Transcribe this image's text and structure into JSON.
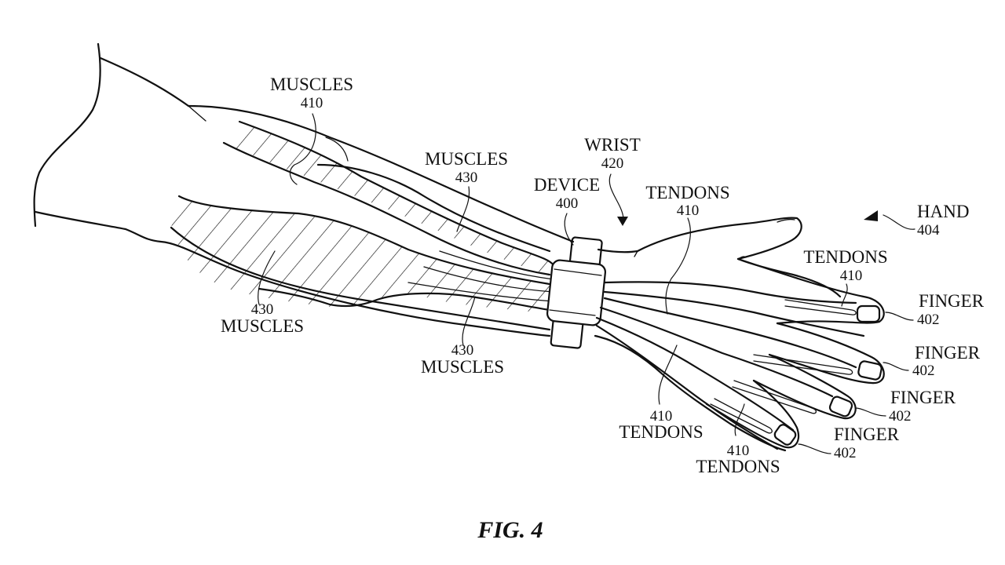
{
  "figure": {
    "caption": "FIG. 4",
    "colors": {
      "ink": "#111111",
      "background": "#ffffff"
    }
  },
  "labels": {
    "muscles_410_top": {
      "name": "MUSCLES",
      "ref": "410"
    },
    "muscles_430_top": {
      "name": "MUSCLES",
      "ref": "430"
    },
    "wrist": {
      "name": "WRIST",
      "ref": "420"
    },
    "device": {
      "name": "DEVICE",
      "ref": "400"
    },
    "tendons_410_wrist": {
      "name": "TENDONS",
      "ref": "410"
    },
    "hand": {
      "name": "HAND",
      "ref": "404"
    },
    "tendons_410_finger": {
      "name": "TENDONS",
      "ref": "410"
    },
    "finger_1": {
      "name": "FINGER",
      "ref": "402"
    },
    "finger_2": {
      "name": "FINGER",
      "ref": "402"
    },
    "finger_3": {
      "name": "FINGER",
      "ref": "402"
    },
    "finger_4": {
      "name": "FINGER",
      "ref": "402"
    },
    "muscles_430_left": {
      "name": "MUSCLES",
      "ref": "430"
    },
    "muscles_430_bottom": {
      "name": "MUSCLES",
      "ref": "430"
    },
    "tendons_410_bottom_1": {
      "name": "TENDONS",
      "ref": "410"
    },
    "tendons_410_bottom_2": {
      "name": "TENDONS",
      "ref": "410"
    }
  }
}
